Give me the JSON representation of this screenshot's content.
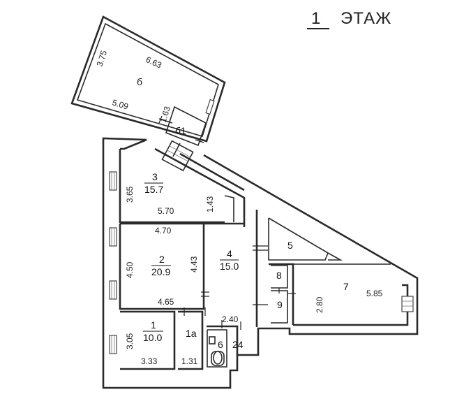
{
  "title": {
    "floor_number": "1",
    "floor_word": "ЭТАЖ"
  },
  "rooms": [
    {
      "id": "room-6b",
      "label": "б",
      "area": ""
    },
    {
      "id": "room-6b1",
      "label": "б1",
      "area": ""
    },
    {
      "id": "room-3",
      "label": "3",
      "area": "15.7"
    },
    {
      "id": "room-2",
      "label": "2",
      "area": "20.9"
    },
    {
      "id": "room-1",
      "label": "1",
      "area": "10.0"
    },
    {
      "id": "room-1a",
      "label": "1а",
      "area": ""
    },
    {
      "id": "room-4",
      "label": "4",
      "area": "15.0"
    },
    {
      "id": "room-5",
      "label": "5",
      "area": ""
    },
    {
      "id": "room-6",
      "label": "6",
      "area": ""
    },
    {
      "id": "room-7",
      "label": "7",
      "area": ""
    },
    {
      "id": "room-8",
      "label": "8",
      "area": ""
    },
    {
      "id": "room-9",
      "label": "9",
      "area": ""
    },
    {
      "id": "room-24",
      "label": "24",
      "area": ""
    }
  ],
  "dimensions": {
    "b_left": "3.75",
    "b_top": "6.63",
    "b_bottom": "5.09",
    "b1_side": "1.63",
    "r3_left": "3.65",
    "r3_bottom": "5.70",
    "r3_right": "1.43",
    "r2_top": "4.70",
    "r2_left": "4.50",
    "r2_right": "4.43",
    "r2_bottom": "4.65",
    "r4_bottom": "2.40",
    "r1_left": "3.05",
    "r1_bottom": "3.33",
    "r1a_bottom": "1.31",
    "r7_left": "2.80",
    "r7_right": "5.85"
  }
}
